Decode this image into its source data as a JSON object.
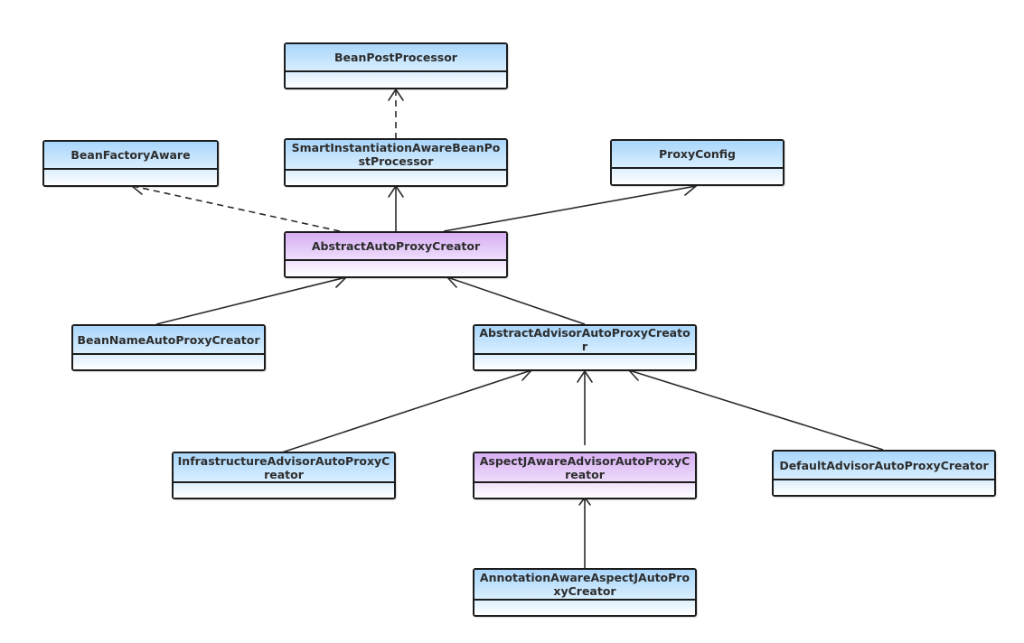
{
  "diagram": {
    "classes": [
      {
        "id": "bpp",
        "name": "BeanPostProcessor",
        "color": "blue"
      },
      {
        "id": "bfa",
        "name": "BeanFactoryAware",
        "color": "blue"
      },
      {
        "id": "siabp",
        "name": "SmartInstantiationAwareBeanPostProcessor",
        "color": "blue"
      },
      {
        "id": "pc",
        "name": "ProxyConfig",
        "color": "blue"
      },
      {
        "id": "aapc",
        "name": "AbstractAutoProxyCreator",
        "color": "purple"
      },
      {
        "id": "bnapc",
        "name": "BeanNameAutoProxyCreator",
        "color": "blue"
      },
      {
        "id": "aaapc",
        "name": "AbstractAdvisorAutoProxyCreator",
        "color": "blue"
      },
      {
        "id": "iaapc",
        "name": "InfrastructureAdvisorAutoProxyCreator",
        "color": "blue"
      },
      {
        "id": "ajaapc",
        "name": "AspectJAwareAdvisorAutoProxyCreator",
        "color": "purple"
      },
      {
        "id": "daapc",
        "name": "DefaultAdvisorAutoProxyCreator",
        "color": "blue"
      },
      {
        "id": "aaajapc",
        "name": "AnnotationAwareAspectJAutoProxyCreator",
        "color": "blue"
      }
    ],
    "relations": [
      {
        "from": "siabp",
        "to": "bpp",
        "type": "realization"
      },
      {
        "from": "aapc",
        "to": "bfa",
        "type": "realization"
      },
      {
        "from": "aapc",
        "to": "siabp",
        "type": "association"
      },
      {
        "from": "aapc",
        "to": "pc",
        "type": "association"
      },
      {
        "from": "bnapc",
        "to": "aapc",
        "type": "association"
      },
      {
        "from": "aaapc",
        "to": "aapc",
        "type": "association"
      },
      {
        "from": "iaapc",
        "to": "aaapc",
        "type": "association"
      },
      {
        "from": "ajaapc",
        "to": "aaapc",
        "type": "association"
      },
      {
        "from": "daapc",
        "to": "aaapc",
        "type": "association"
      },
      {
        "from": "aaajapc",
        "to": "ajaapc",
        "type": "association"
      }
    ],
    "colors": {
      "blue_header": "#a9d6fb",
      "purple_header": "#d7aff4",
      "line": "#2b2b2b"
    }
  }
}
